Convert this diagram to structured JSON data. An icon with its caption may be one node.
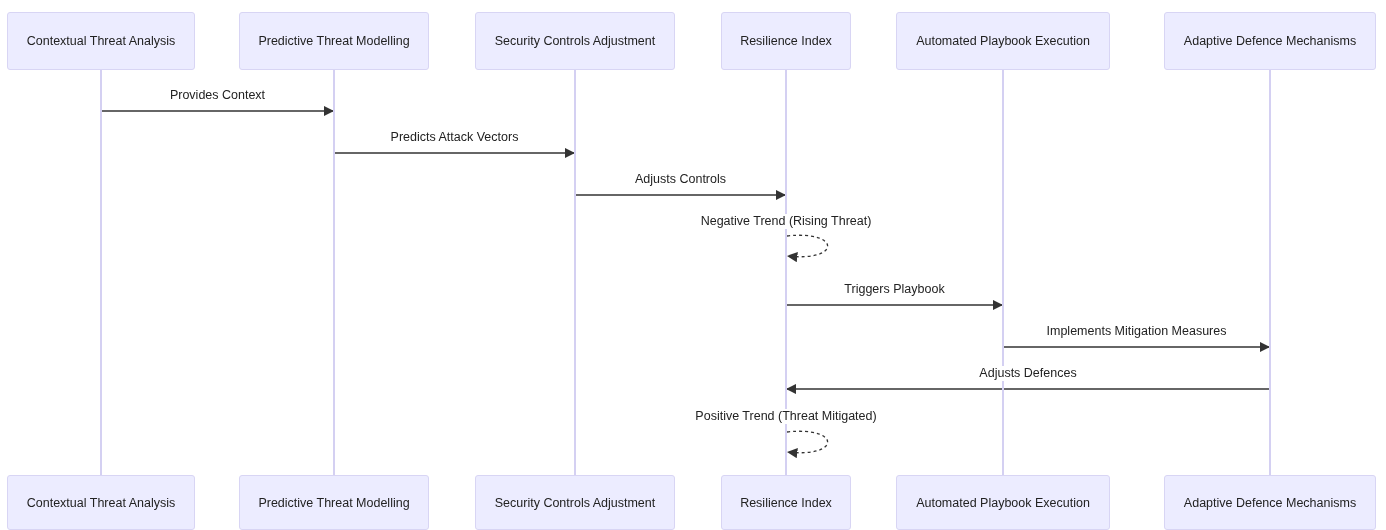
{
  "diagram": {
    "nodes": [
      {
        "text": [
          "Contextual Threat Analysis"
        ]
      },
      {
        "text": [
          "Predictive Threat Modelling"
        ]
      },
      {
        "text": [
          "Security Controls Adjustment"
        ]
      },
      {
        "text": [
          "Resilience Index"
        ]
      },
      {
        "text": [
          "Automated Playbook Execution"
        ]
      },
      {
        "text": [
          "Adaptive Defence Mechanisms"
        ]
      },
      {
        "text": [],
        "shape": "bar"
      },
      {
        "text": [],
        "shape": "bar"
      },
      {
        "text": [],
        "shape": "bar"
      },
      {
        "text": [],
        "shape": "bar"
      },
      {
        "text": [],
        "shape": "bar"
      },
      {
        "text": [],
        "shape": "bar"
      },
      {
        "text": [
          "Contextual Threat Analysis"
        ]
      },
      {
        "text": [
          "Predictive Threat Modelling"
        ]
      },
      {
        "text": [
          "Security Controls Adjustment"
        ]
      },
      {
        "text": [
          "Resilience Index"
        ]
      },
      {
        "text": [
          "Automated Playbook Execution"
        ]
      },
      {
        "text": [
          "Adaptive Defence Mechanisms"
        ]
      }
    ],
    "edges": [
      {
        "from": 6,
        "to": 7,
        "arrow": "to",
        "label": "Provides Context"
      },
      {
        "from": 7,
        "to": 8,
        "arrow": "to",
        "label": "Predicts Attack Vectors"
      },
      {
        "from": 8,
        "to": 9,
        "arrow": "to",
        "label": "Adjusts Controls"
      },
      {
        "from": 9,
        "to": 9,
        "arrow": "to",
        "label": "Negative Trend (Rising Threat)",
        "style": "dashed"
      },
      {
        "from": 9,
        "to": 10,
        "arrow": "to",
        "label": "Triggers Playbook"
      },
      {
        "from": 10,
        "to": 11,
        "arrow": "to",
        "label": "Implements Mitigation Measures"
      },
      {
        "from": 11,
        "to": 9,
        "arrow": "to",
        "label": "Adjusts Defences"
      },
      {
        "from": 9,
        "to": 9,
        "arrow": "to",
        "label": "Positive Trend (Threat Mitigated)",
        "style": "dashed"
      }
    ]
  }
}
